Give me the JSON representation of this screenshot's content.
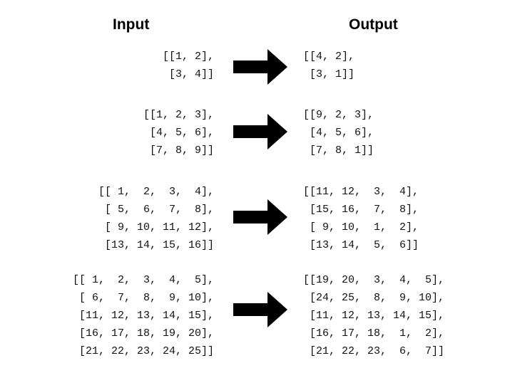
{
  "headings": {
    "input": "Input",
    "output": "Output"
  },
  "examples": [
    {
      "input": [
        "[[1, 2],",
        " [3, 4]]"
      ],
      "output": [
        "[[4, 2],",
        " [3, 1]]"
      ]
    },
    {
      "input": [
        "[[1, 2, 3],",
        " [4, 5, 6],",
        " [7, 8, 9]]"
      ],
      "output": [
        "[[9, 2, 3],",
        " [4, 5, 6],",
        " [7, 8, 1]]"
      ]
    },
    {
      "input": [
        "[[ 1,  2,  3,  4],",
        " [ 5,  6,  7,  8],",
        " [ 9, 10, 11, 12],",
        " [13, 14, 15, 16]]"
      ],
      "output": [
        "[[11, 12,  3,  4],",
        " [15, 16,  7,  8],",
        " [ 9, 10,  1,  2],",
        " [13, 14,  5,  6]]"
      ]
    },
    {
      "input": [
        "[[ 1,  2,  3,  4,  5],",
        " [ 6,  7,  8,  9, 10],",
        " [11, 12, 13, 14, 15],",
        " [16, 17, 18, 19, 20],",
        " [21, 22, 23, 24, 25]]"
      ],
      "output": [
        "[[19, 20,  3,  4,  5],",
        " [24, 25,  8,  9, 10],",
        " [11, 12, 13, 14, 15],",
        " [16, 17, 18,  1,  2],",
        " [21, 22, 23,  6,  7]]"
      ]
    }
  ],
  "arrow_icon": "right-arrow-icon",
  "colors": {
    "text": "#111111",
    "arrow": "#000000"
  }
}
